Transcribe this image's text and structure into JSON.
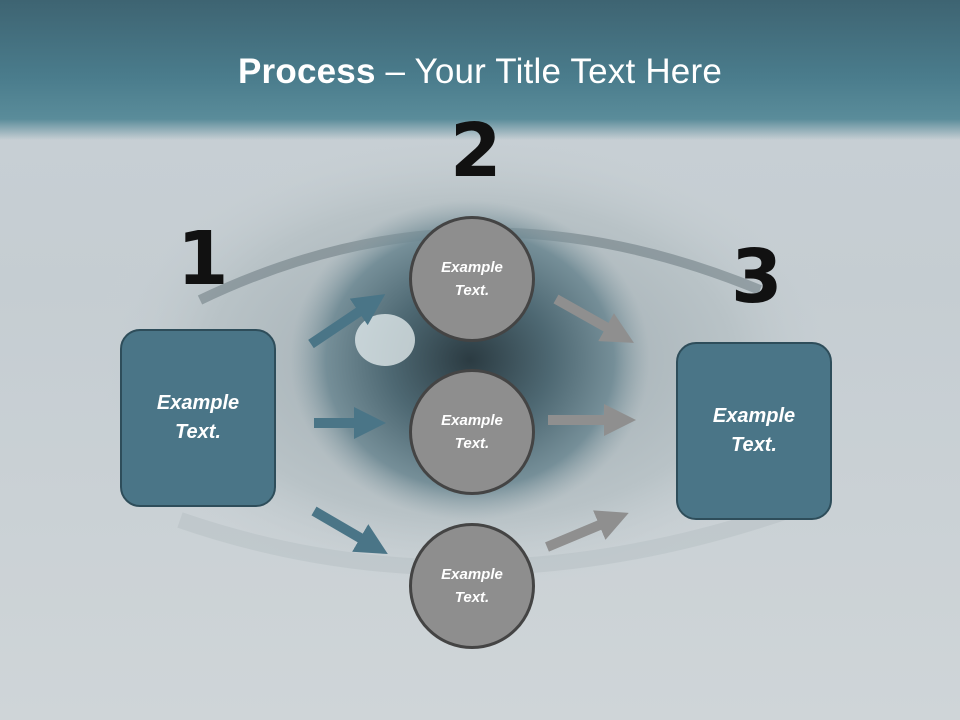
{
  "title": {
    "bold": "Process",
    "rest": " – Your Title Text Here"
  },
  "steps": {
    "one": "1",
    "two": "2",
    "three": "3"
  },
  "left_box": "Example Text.",
  "right_box": "Example Text.",
  "circles": [
    "Example Text.",
    "Example Text.",
    "Example Text."
  ],
  "colors": {
    "teal": "#4a7587",
    "gray_circle": "#8e8e8e",
    "gray_arrow": "#8f8f8f",
    "title_bar": "#4a7c8c"
  }
}
